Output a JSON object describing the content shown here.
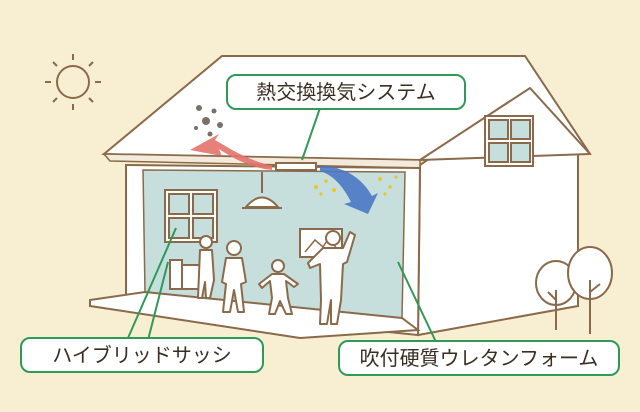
{
  "labels": {
    "ventilation": "熱交換換気システム",
    "window": "ハイブリッドサッシ",
    "insulation": "吹付硬質ウレタンフォーム"
  },
  "colors": {
    "background": "#f8efd2",
    "outline": "#8a6a4a",
    "interior": "#c6dfdc",
    "callout_border": "#2f9a57",
    "warm_arrow": "#e3726a",
    "cool_arrow": "#4a78c4",
    "dust": "#e9c531"
  }
}
